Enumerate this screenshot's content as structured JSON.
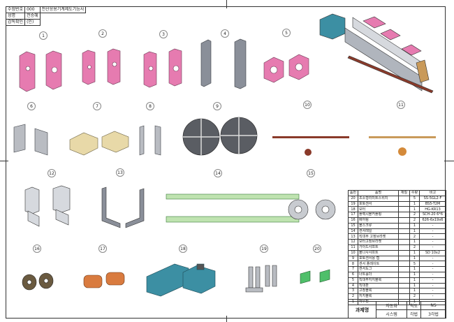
{
  "header": {
    "rows": [
      [
        "수험번호",
        "000",
        "전산응용기계제도기능사"
      ],
      [
        "성명",
        "전승혜",
        ""
      ],
      [
        "감독확인",
        "(인)",
        ""
      ]
    ]
  },
  "labels": [
    "1",
    "2",
    "3",
    "4",
    "5",
    "6",
    "7",
    "8",
    "9",
    "10",
    "11",
    "12",
    "13",
    "14",
    "15",
    "16",
    "17",
    "18",
    "19",
    "20"
  ],
  "bom": {
    "headers": [
      "품번",
      "품명",
      "재질",
      "수량",
      "비고"
    ],
    "rows": [
      [
        "20",
        "초소형리미트스위치",
        "",
        "5",
        "SS-5GL2-F"
      ],
      [
        "19",
        "포토센서",
        "",
        "1",
        "BS5-T2M"
      ],
      [
        "18",
        "모터",
        "",
        "1",
        "HG-KR13"
      ],
      [
        "17",
        "플렉시블커플링",
        "",
        "2",
        "SCH-20 6*6"
      ],
      [
        "16",
        "베어링",
        "",
        "2",
        "626-6x19x6"
      ],
      [
        "15",
        "볼스크류",
        "",
        "1",
        "-"
      ],
      [
        "14",
        "센서레일",
        "",
        "1",
        "-"
      ],
      [
        "13",
        "직대부 고정브라켓",
        "",
        "2",
        "-"
      ],
      [
        "12",
        "모터고정브라켓",
        "",
        "1",
        "-"
      ],
      [
        "11",
        "가이드샤프트",
        "",
        "2",
        "-"
      ],
      [
        "10",
        "볼나사샤프트",
        "",
        "1",
        "SD 10x2"
      ],
      [
        "9",
        "포토센서용 캡",
        "",
        "1",
        "-"
      ],
      [
        "8",
        "센서 플레이트",
        "",
        "5",
        "-"
      ],
      [
        "7",
        "센서도그",
        "",
        "1",
        "-"
      ],
      [
        "6",
        "너트홀더",
        "",
        "1",
        "-"
      ],
      [
        "5",
        "직대부지지블록",
        "",
        "1",
        "-"
      ],
      [
        "4",
        "직대판",
        "",
        "1",
        "-"
      ],
      [
        "3",
        "고정블록",
        "",
        "1",
        "-"
      ],
      [
        "2",
        "지지블록",
        "",
        "2",
        "-"
      ],
      [
        "1",
        "하우징",
        "",
        "1",
        "-"
      ]
    ]
  },
  "footer": {
    "task_label": "과제명",
    "task_name_1": "자동화",
    "task_name_2": "시스템",
    "scale_label": "척도",
    "scale_value": "NS",
    "method_label": "각법",
    "method_value": "3각법"
  },
  "colors": {
    "pink": "#e67bb0",
    "gray": "#8a8f99",
    "cream": "#e8d9a8",
    "copper": "#d97b3f",
    "teal": "#3c8fa3",
    "green": "#4fbf6a",
    "lightgreen": "#bfe3b0",
    "brown": "#8a3a2a",
    "orange": "#c99a5a"
  }
}
